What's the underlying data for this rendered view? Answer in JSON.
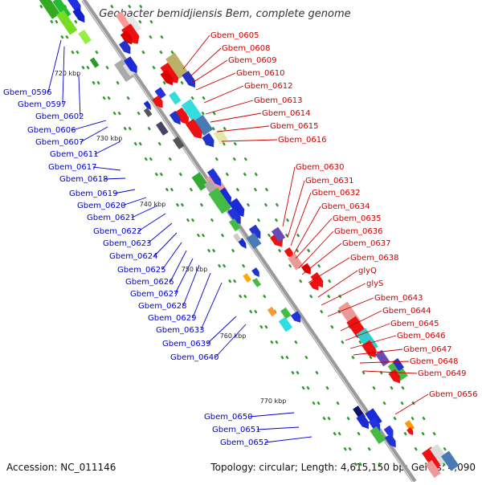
{
  "title": "Geobacter bemidjiensis Bem, complete genome",
  "footer": {
    "accession": "Accession: NC_011146",
    "summary": "Topology: circular; Length: 4,615,150 bp; Genes: 4,090"
  },
  "scale_ticks": [
    {
      "label": "720 kbp"
    },
    {
      "label": "730 kbp"
    },
    {
      "label": "740 kbp"
    },
    {
      "label": "750 kbp"
    },
    {
      "label": "760 kbp"
    },
    {
      "label": "770 kbp"
    }
  ],
  "left_labels": [
    "Gbem_0596",
    "Gbem_0597",
    "Gbem_0602",
    "Gbem_0606",
    "Gbem_0607",
    "Gbem_0611",
    "Gbem_0617",
    "Gbem_0618",
    "Gbem_0619",
    "Gbem_0620",
    "Gbem_0621",
    "Gbem_0622",
    "Gbem_0623",
    "Gbem_0624",
    "Gbem_0625",
    "Gbem_0626",
    "Gbem_0627",
    "Gbem_0628",
    "Gbem_0629",
    "Gbem_0633",
    "Gbem_0639",
    "Gbem_0640",
    "Gbem_0650",
    "Gbem_0651",
    "Gbem_0652"
  ],
  "right_labels": [
    "Gbem_0605",
    "Gbem_0608",
    "Gbem_0609",
    "Gbem_0610",
    "Gbem_0612",
    "Gbem_0613",
    "Gbem_0614",
    "Gbem_0615",
    "Gbem_0616",
    "Gbem_0630",
    "Gbem_0631",
    "Gbem_0632",
    "Gbem_0634",
    "Gbem_0635",
    "Gbem_0636",
    "Gbem_0637",
    "Gbem_0638",
    "glyQ",
    "glyS",
    "Gbem_0643",
    "Gbem_0644",
    "Gbem_0645",
    "Gbem_0646",
    "Gbem_0647",
    "Gbem_0648",
    "Gbem_0649",
    "Gbem_0656"
  ],
  "colors": {
    "backbone": "#9a9a9a",
    "label_left": "#0000cc",
    "label_right": "#cc0000",
    "tick_dots": "#2a9a2a"
  }
}
